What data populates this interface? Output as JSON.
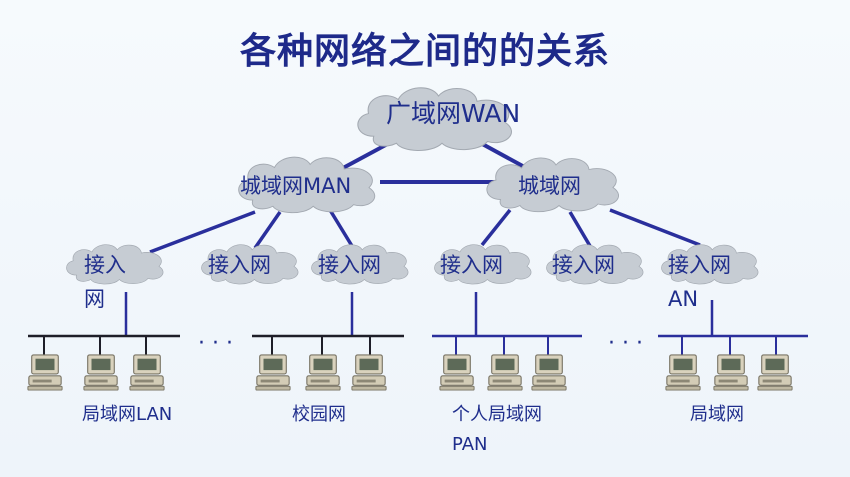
{
  "title": "各种网络之间的的关系",
  "wan": {
    "label": "广域网WAN"
  },
  "metro": [
    {
      "label": "城域网MAN"
    },
    {
      "label": "城域网"
    }
  ],
  "access": [
    {
      "line1": "接入",
      "line2": "网"
    },
    {
      "line1": "接入网",
      "line2": ""
    },
    {
      "line1": "接入网",
      "line2": ""
    },
    {
      "line1": "接入网",
      "line2": ""
    },
    {
      "line1": "接入网",
      "line2": ""
    },
    {
      "line1": "接入网",
      "line2": "AN"
    }
  ],
  "segments": [
    {
      "label": "局域网LAN",
      "sublabel": ""
    },
    {
      "label": "校园网",
      "sublabel": ""
    },
    {
      "label": "个人局域网",
      "sublabel": "PAN"
    },
    {
      "label": "局域网",
      "sublabel": ""
    }
  ],
  "ellipsis": "· · ·",
  "colors": {
    "link": "#2a2f9c",
    "cloud": "#c6ccd3",
    "cloud_edge": "#9da4ad",
    "bus": "#2a2f9c",
    "title": "#1e2a8a"
  }
}
